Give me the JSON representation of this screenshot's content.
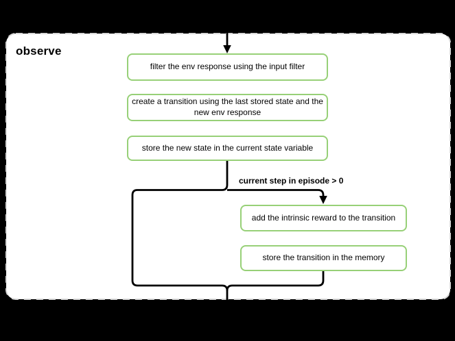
{
  "diagram": {
    "group_label": "observe",
    "nodes": [
      {
        "id": "filter-env-response",
        "label": "filter the env response using the input filter"
      },
      {
        "id": "create-transition",
        "label": "create a transition using the last stored state and the new env response"
      },
      {
        "id": "store-new-state",
        "label": "store the new state in the current state variable"
      },
      {
        "id": "add-intrinsic-reward",
        "label": "add the intrinsic reward to the transition"
      },
      {
        "id": "store-transition",
        "label": "store the transition in the memory"
      }
    ],
    "edge_labels": {
      "condition": "current step in episode > 0"
    },
    "colors": {
      "background": "#000000",
      "group_fill": "#ffffff",
      "group_border": "#d8d8d8",
      "node_border": "#97d077",
      "node_fill": "#ffffff",
      "connector": "#000000",
      "text": "#000000"
    }
  }
}
